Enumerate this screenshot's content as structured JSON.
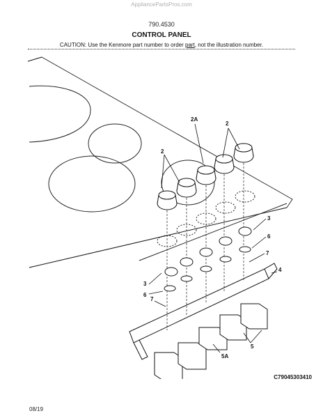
{
  "header": {
    "watermark": "AppliancePartsPros.com",
    "model": "790.4530",
    "title": "CONTROL PANEL",
    "caution_prefix": "CAUTION: Use the Kenmore part number to order ",
    "caution_part": "part",
    "caution_suffix": ", not the illustration number."
  },
  "callouts": {
    "c2a": "2A",
    "c2_top": "2",
    "c2_left": "2",
    "c3_right": "3",
    "c6_right": "6",
    "c7_right": "7",
    "c4": "4",
    "c3_left": "3",
    "c6_left": "6",
    "c7_left": "7",
    "c5_right": "5",
    "c5a": "5A",
    "c5_bottom": "5"
  },
  "footer": {
    "illustration_code": "C79045303410",
    "date": "08/19"
  }
}
